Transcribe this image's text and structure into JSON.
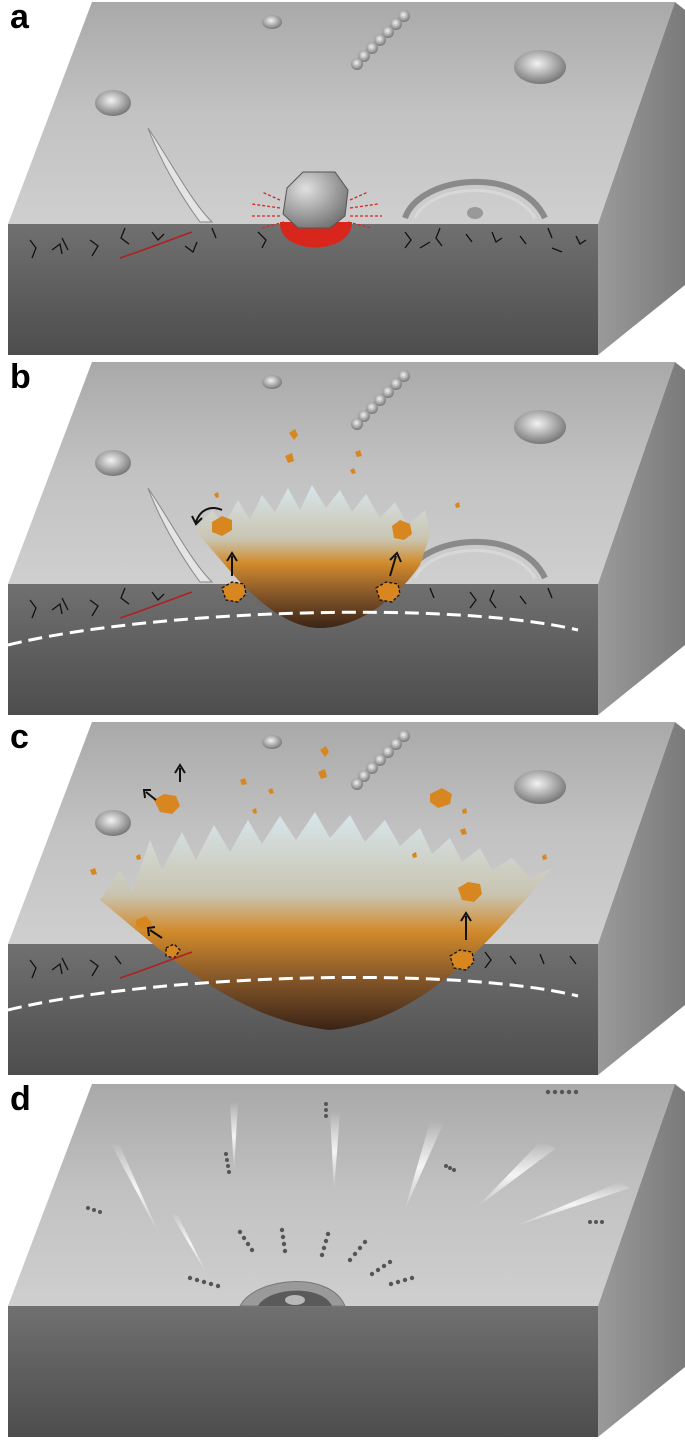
{
  "panels": [
    {
      "label": "a"
    },
    {
      "label": "b"
    },
    {
      "label": "c"
    },
    {
      "label": "d"
    }
  ],
  "colors": {
    "surface": "#c4c4c4",
    "front_face": "#5e5e5e",
    "side_face": "#8c8c8c",
    "impactor": "#8a8a8a",
    "melt_zone": "#d8261c",
    "ejecta": "#d8861f",
    "vapor": "#c8dce3",
    "crater_deep": "#4a2e1a",
    "boundary": "#ffffff",
    "crack": "#111111"
  }
}
